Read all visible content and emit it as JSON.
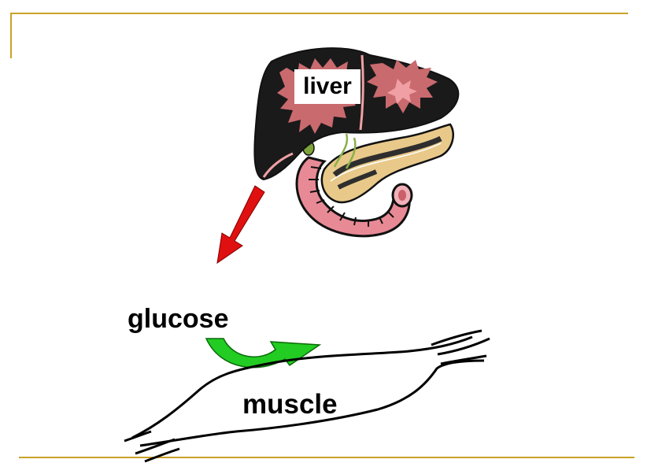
{
  "labels": {
    "organ": "liver",
    "molecule": "glucose",
    "tissue": "muscle"
  },
  "colors": {
    "rule": "#c9a227",
    "liver_fill": "#c96a6e",
    "liver_dark": "#1a1a1a",
    "pancreas_fill": "#e8c98a",
    "intestine_fill": "#e88a95",
    "arrow_red": "#e01010",
    "arrow_green": "#22cc22"
  },
  "icons": {
    "liver": "liver-illustration",
    "pancreas": "pancreas-illustration",
    "intestine": "duodenum-illustration",
    "red_arrow": "down-left-arrow",
    "green_arrow": "curved-arrow",
    "muscle": "muscle-fiber-outline"
  }
}
